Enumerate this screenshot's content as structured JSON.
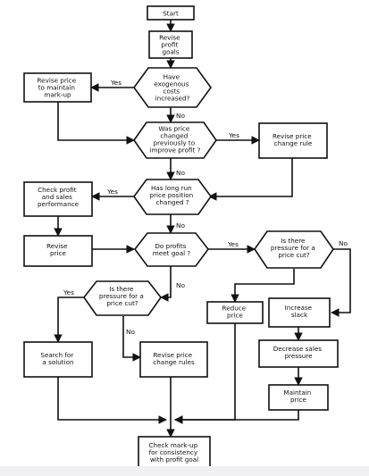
{
  "nodes": {
    "start": [
      "Start"
    ],
    "revise_profit_goals": [
      "Revise",
      "profit",
      "goals"
    ],
    "exogenous_costs": [
      "Have",
      "exogenous",
      "costs",
      "increased?"
    ],
    "revise_price_markup": [
      "Revise price",
      "to maintain",
      "mark-up"
    ],
    "price_changed_previously": [
      "Was price",
      "changed",
      "previously to",
      "improve profit ?"
    ],
    "revise_price_change_rule": [
      "Revise price",
      "change rule"
    ],
    "long_run_position": [
      "Has long run",
      "price position",
      "changed ?"
    ],
    "check_profit_sales": [
      "Check profit",
      "and sales",
      "performance"
    ],
    "revise_price": [
      "Revise",
      "price"
    ],
    "profits_meet_goal": [
      "Do profits",
      "meet goal ?"
    ],
    "pressure_right": [
      "Is there",
      "pressure for a",
      "price cut?"
    ],
    "pressure_left": [
      "Is there",
      "pressure for a",
      "price cut?"
    ],
    "reduce_price": [
      "Reduce",
      "price"
    ],
    "increase_slack": [
      "Increase",
      "slack"
    ],
    "search_solution": [
      "Search for",
      "a solution"
    ],
    "revise_price_change_rules": [
      "Revise price",
      "change rules"
    ],
    "decrease_sales_pressure": [
      "Decrease sales",
      "pressure"
    ],
    "maintain_price": [
      "Maintain",
      "price"
    ],
    "check_markup": [
      "Check mark-up",
      "for consistency",
      "with profit goal"
    ]
  },
  "edge_labels": {
    "exogenous_yes": "Yes",
    "exogenous_no": "No",
    "changed_yes": "Yes",
    "changed_no": "No",
    "long_run_yes": "Yes",
    "long_run_no": "No",
    "profits_yes": "Yes",
    "profits_no": "No",
    "pressure_right_no": "No",
    "pressure_left_yes": "Yes",
    "pressure_left_no": "No"
  }
}
